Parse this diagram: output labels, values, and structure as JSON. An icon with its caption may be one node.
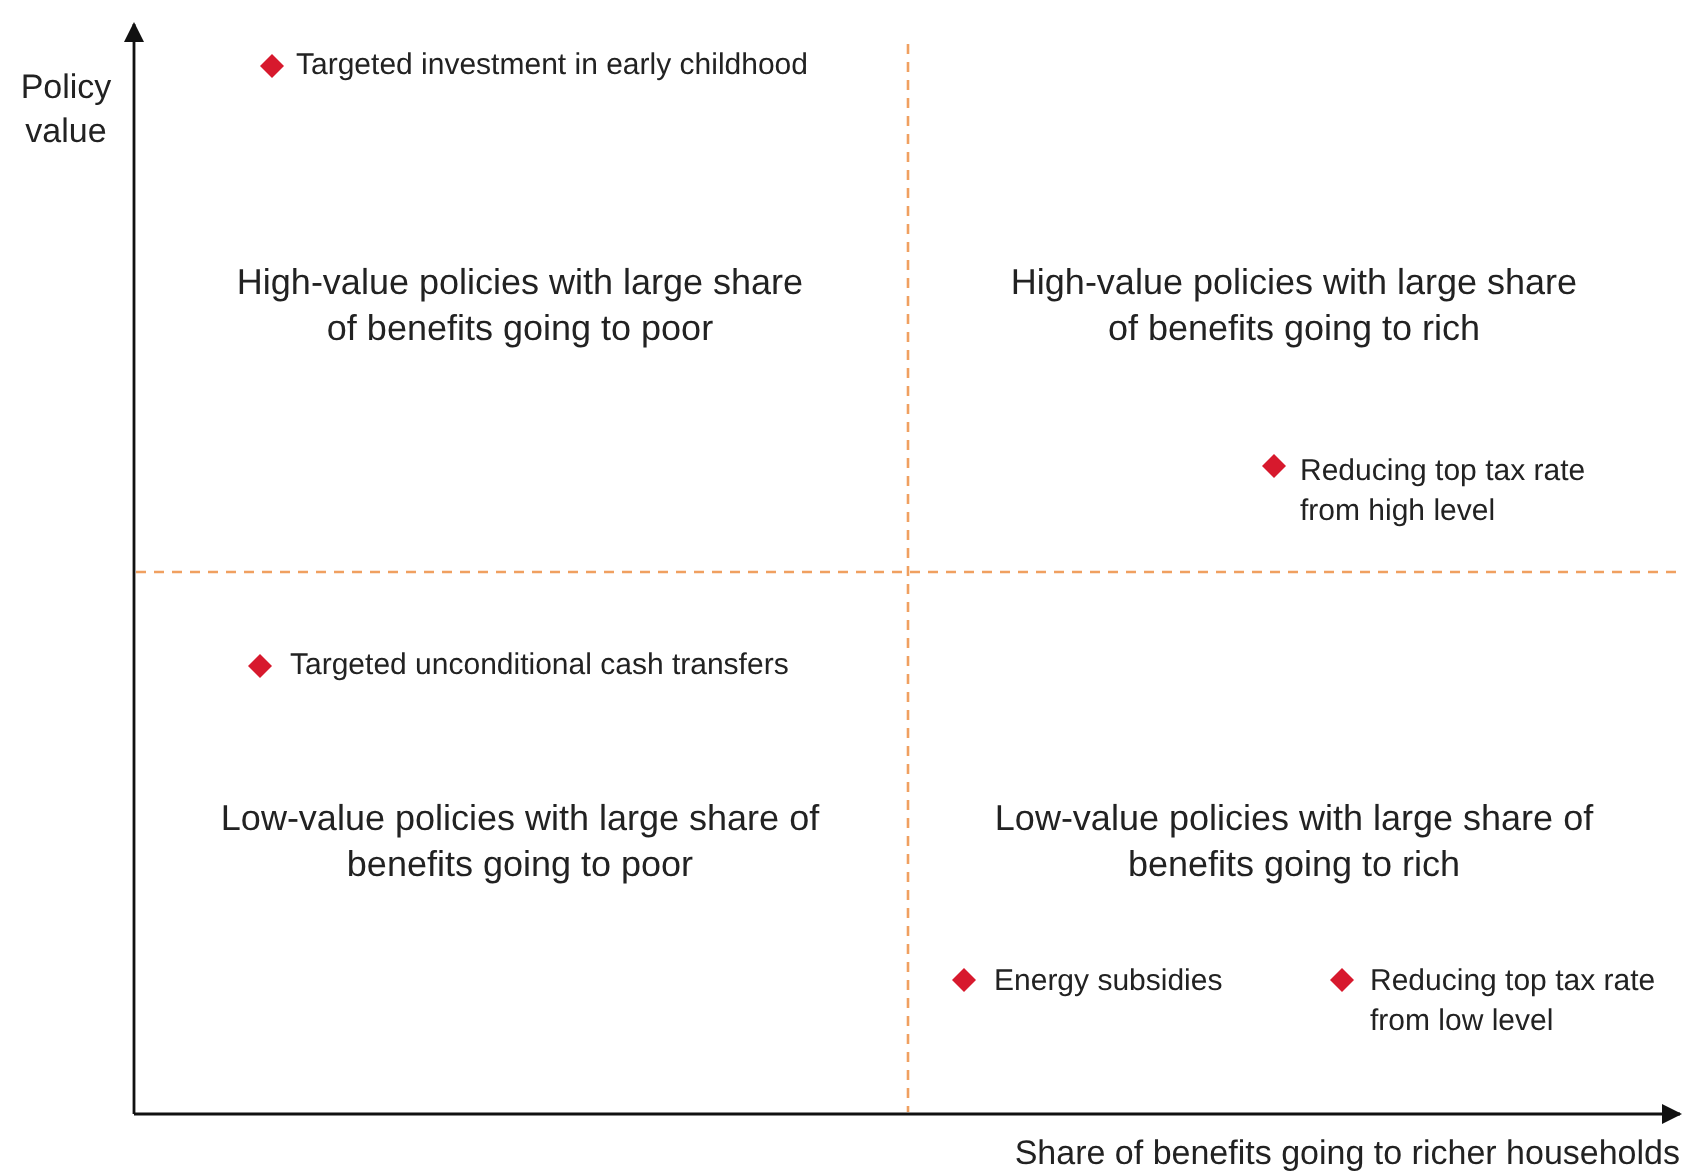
{
  "diagram": {
    "labels": [
      "Policy value",
      "Targeted investment in early childhood",
      "High-value policies with large share of benefits going to poor",
      "High-value policies with large share of benefits going to rich",
      "Reducing top tax rate from high level",
      "Targeted unconditional cash transfers",
      "Low-value policies with large share of benefits going to poor",
      "Low-value policies with large share of benefits going to rich",
      "Energy subsidies",
      "Reducing top tax rate from low level",
      "Share of benefits going to richer households"
    ]
  }
}
